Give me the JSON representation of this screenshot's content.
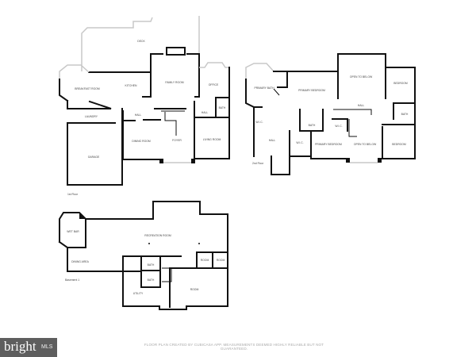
{
  "floors": {
    "first": {
      "label": "1st Floor",
      "rooms": [
        "DECK",
        "BREAKFAST ROOM",
        "KITCHEN",
        "FAMILY ROOM",
        "OFFICE",
        "HALL",
        "BATH",
        "LAUNDRY",
        "HALL",
        "GARAGE",
        "DINING ROOM",
        "FOYER",
        "LIVING ROOM"
      ]
    },
    "second": {
      "label": "2nd Floor",
      "rooms": [
        "PRIMARY BATH",
        "PRIMARY BEDROOM",
        "OPEN TO BELOW",
        "BEDROOM",
        "HALL",
        "BATH",
        "W.I.C.",
        "BATH",
        "W.I.C.",
        "HALL",
        "W.I.C.",
        "PRIMARY BEDROOM",
        "OPEN TO BELOW",
        "BEDROOM"
      ]
    },
    "basement": {
      "label": "Basement 1",
      "rooms": [
        "WET BAR",
        "DINING AREA",
        "RECREATION ROOM",
        "BATH",
        "BATH",
        "ROOM",
        "ROOM",
        "UTILITY",
        "ROOM"
      ]
    }
  },
  "footer": {
    "disclaimer": "FLOOR PLAN CREATED BY CUBICASA APP. MEASUREMENTS DEEMED HIGHLY RELIABLE BUT NOT GUARANTEED.",
    "logo_text": "bright",
    "logo_suffix": "MLS"
  },
  "colors": {
    "walls": "#111111",
    "logo_bg": "#5e5e5e",
    "logo_accent": "#d9643a"
  }
}
